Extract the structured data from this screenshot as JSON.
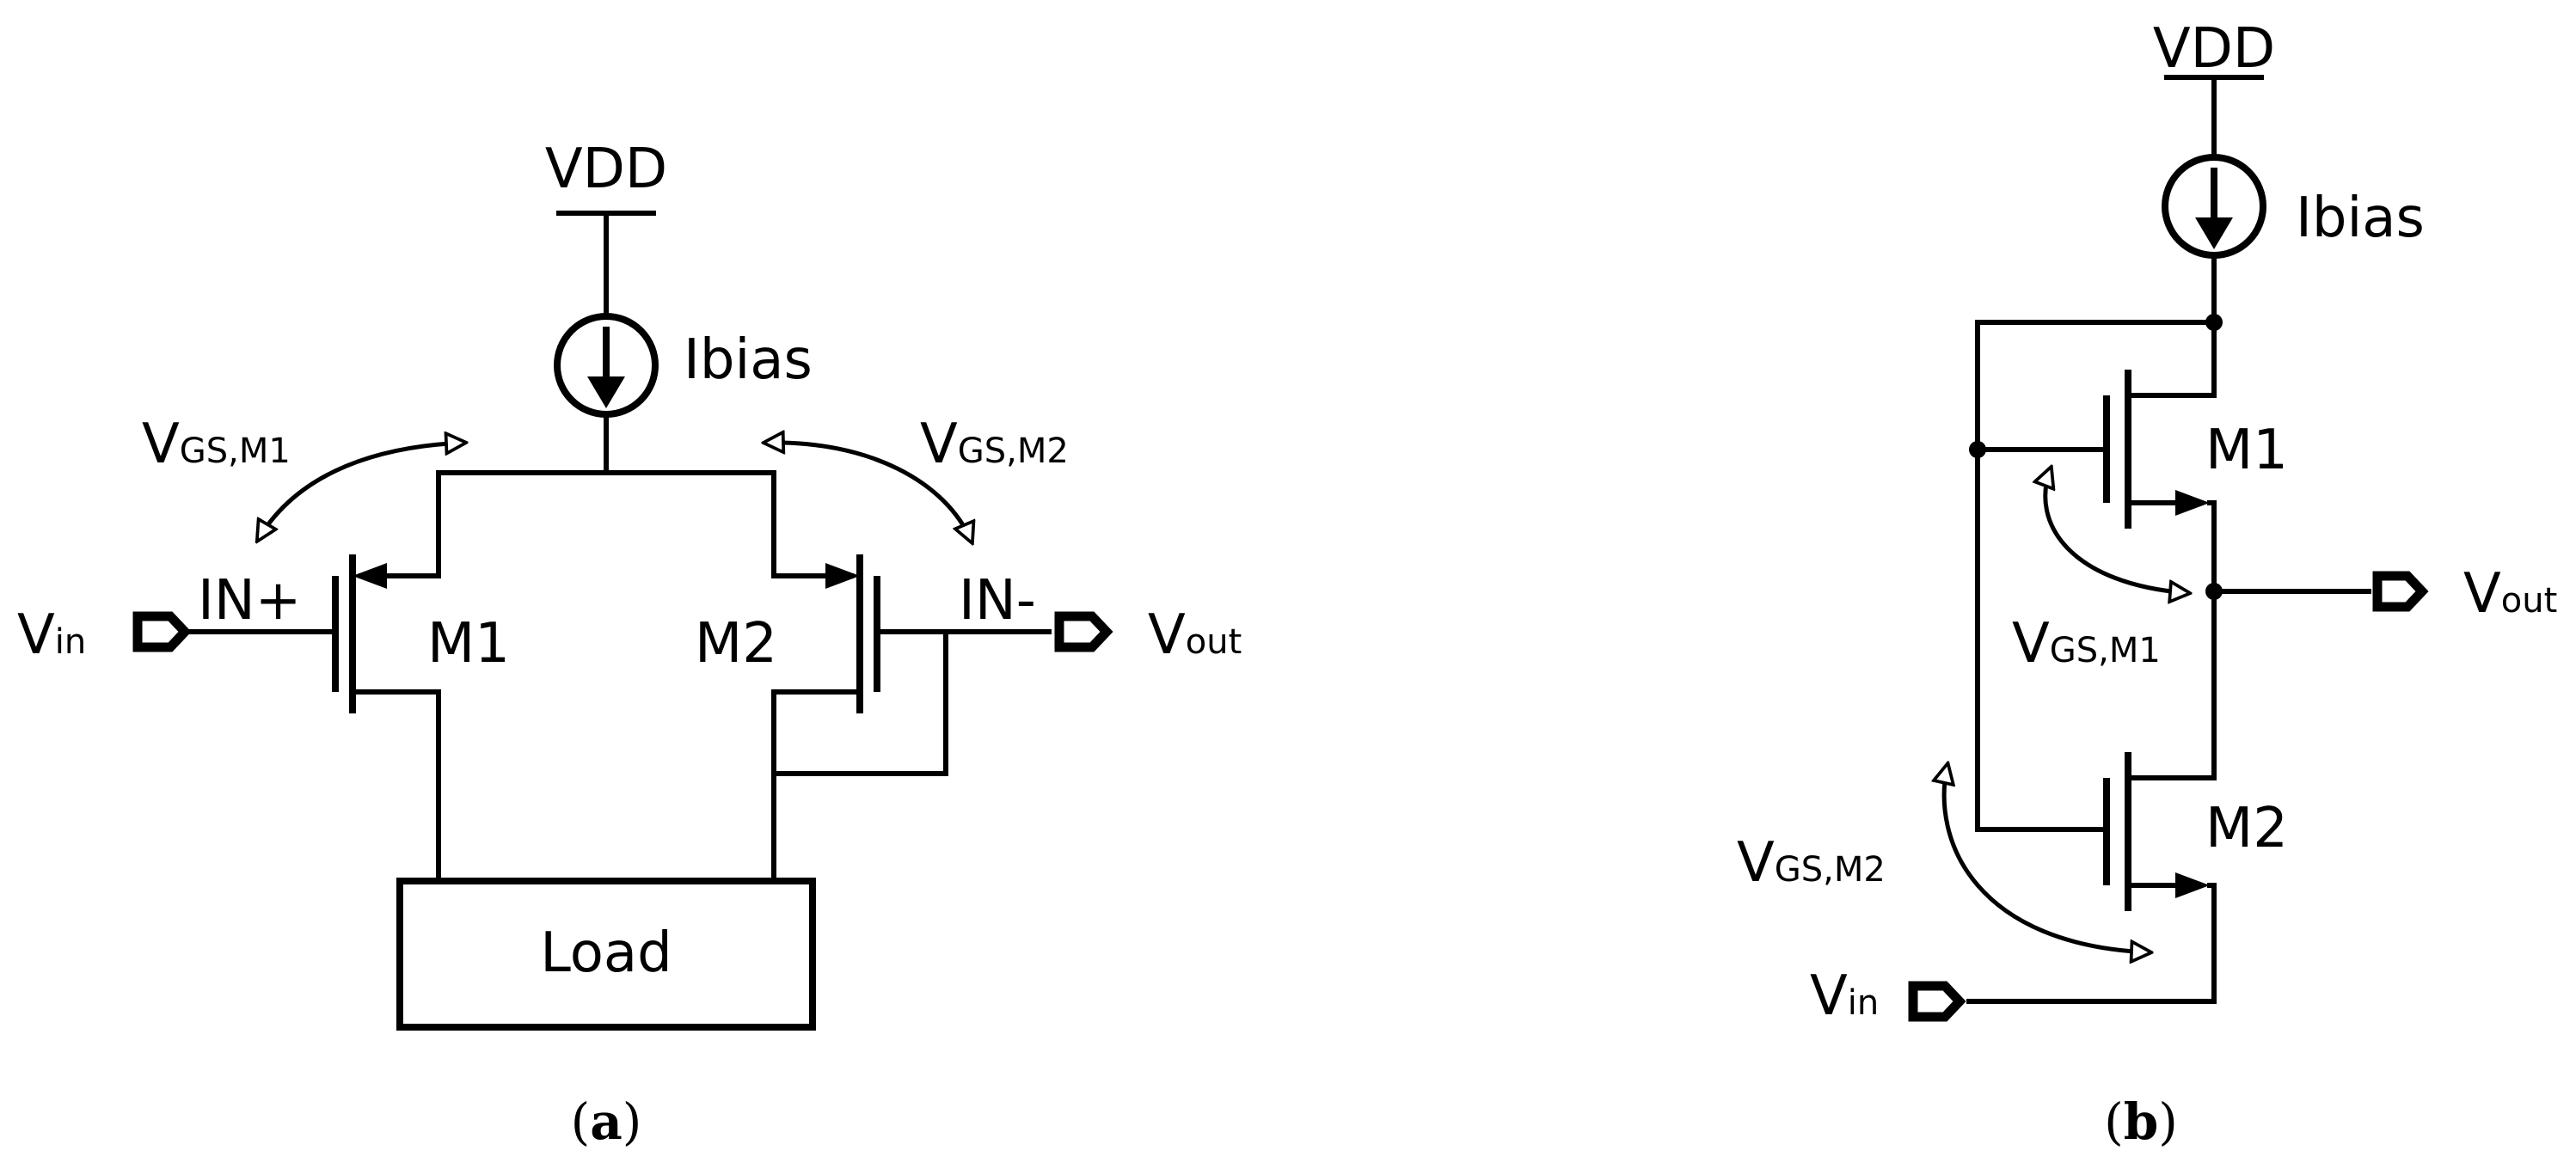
{
  "panel_a": {
    "vdd": "VDD",
    "ibias": "Ibias",
    "vgs_m1": {
      "main": "V",
      "sub": "GS,M1"
    },
    "vgs_m2": {
      "main": "V",
      "sub": "GS,M2"
    },
    "in_plus": "IN+",
    "in_minus": "IN-",
    "m1": "M1",
    "m2": "M2",
    "vin": {
      "main": "V",
      "sub": "in"
    },
    "vout": {
      "main": "V",
      "sub": "out"
    },
    "load": "Load",
    "caption": {
      "open": "(",
      "letter": "a",
      "close": ")"
    }
  },
  "panel_b": {
    "vdd": "VDD",
    "ibias": "Ibias",
    "m1": "M1",
    "m2": "M2",
    "vgs_m1": {
      "main": "V",
      "sub": "GS,M1"
    },
    "vgs_m2": {
      "main": "V",
      "sub": "GS,M2"
    },
    "vin": {
      "main": "V",
      "sub": "in"
    },
    "vout": {
      "main": "V",
      "sub": "out"
    },
    "caption": {
      "open": "(",
      "letter": "b",
      "close": ")"
    }
  }
}
